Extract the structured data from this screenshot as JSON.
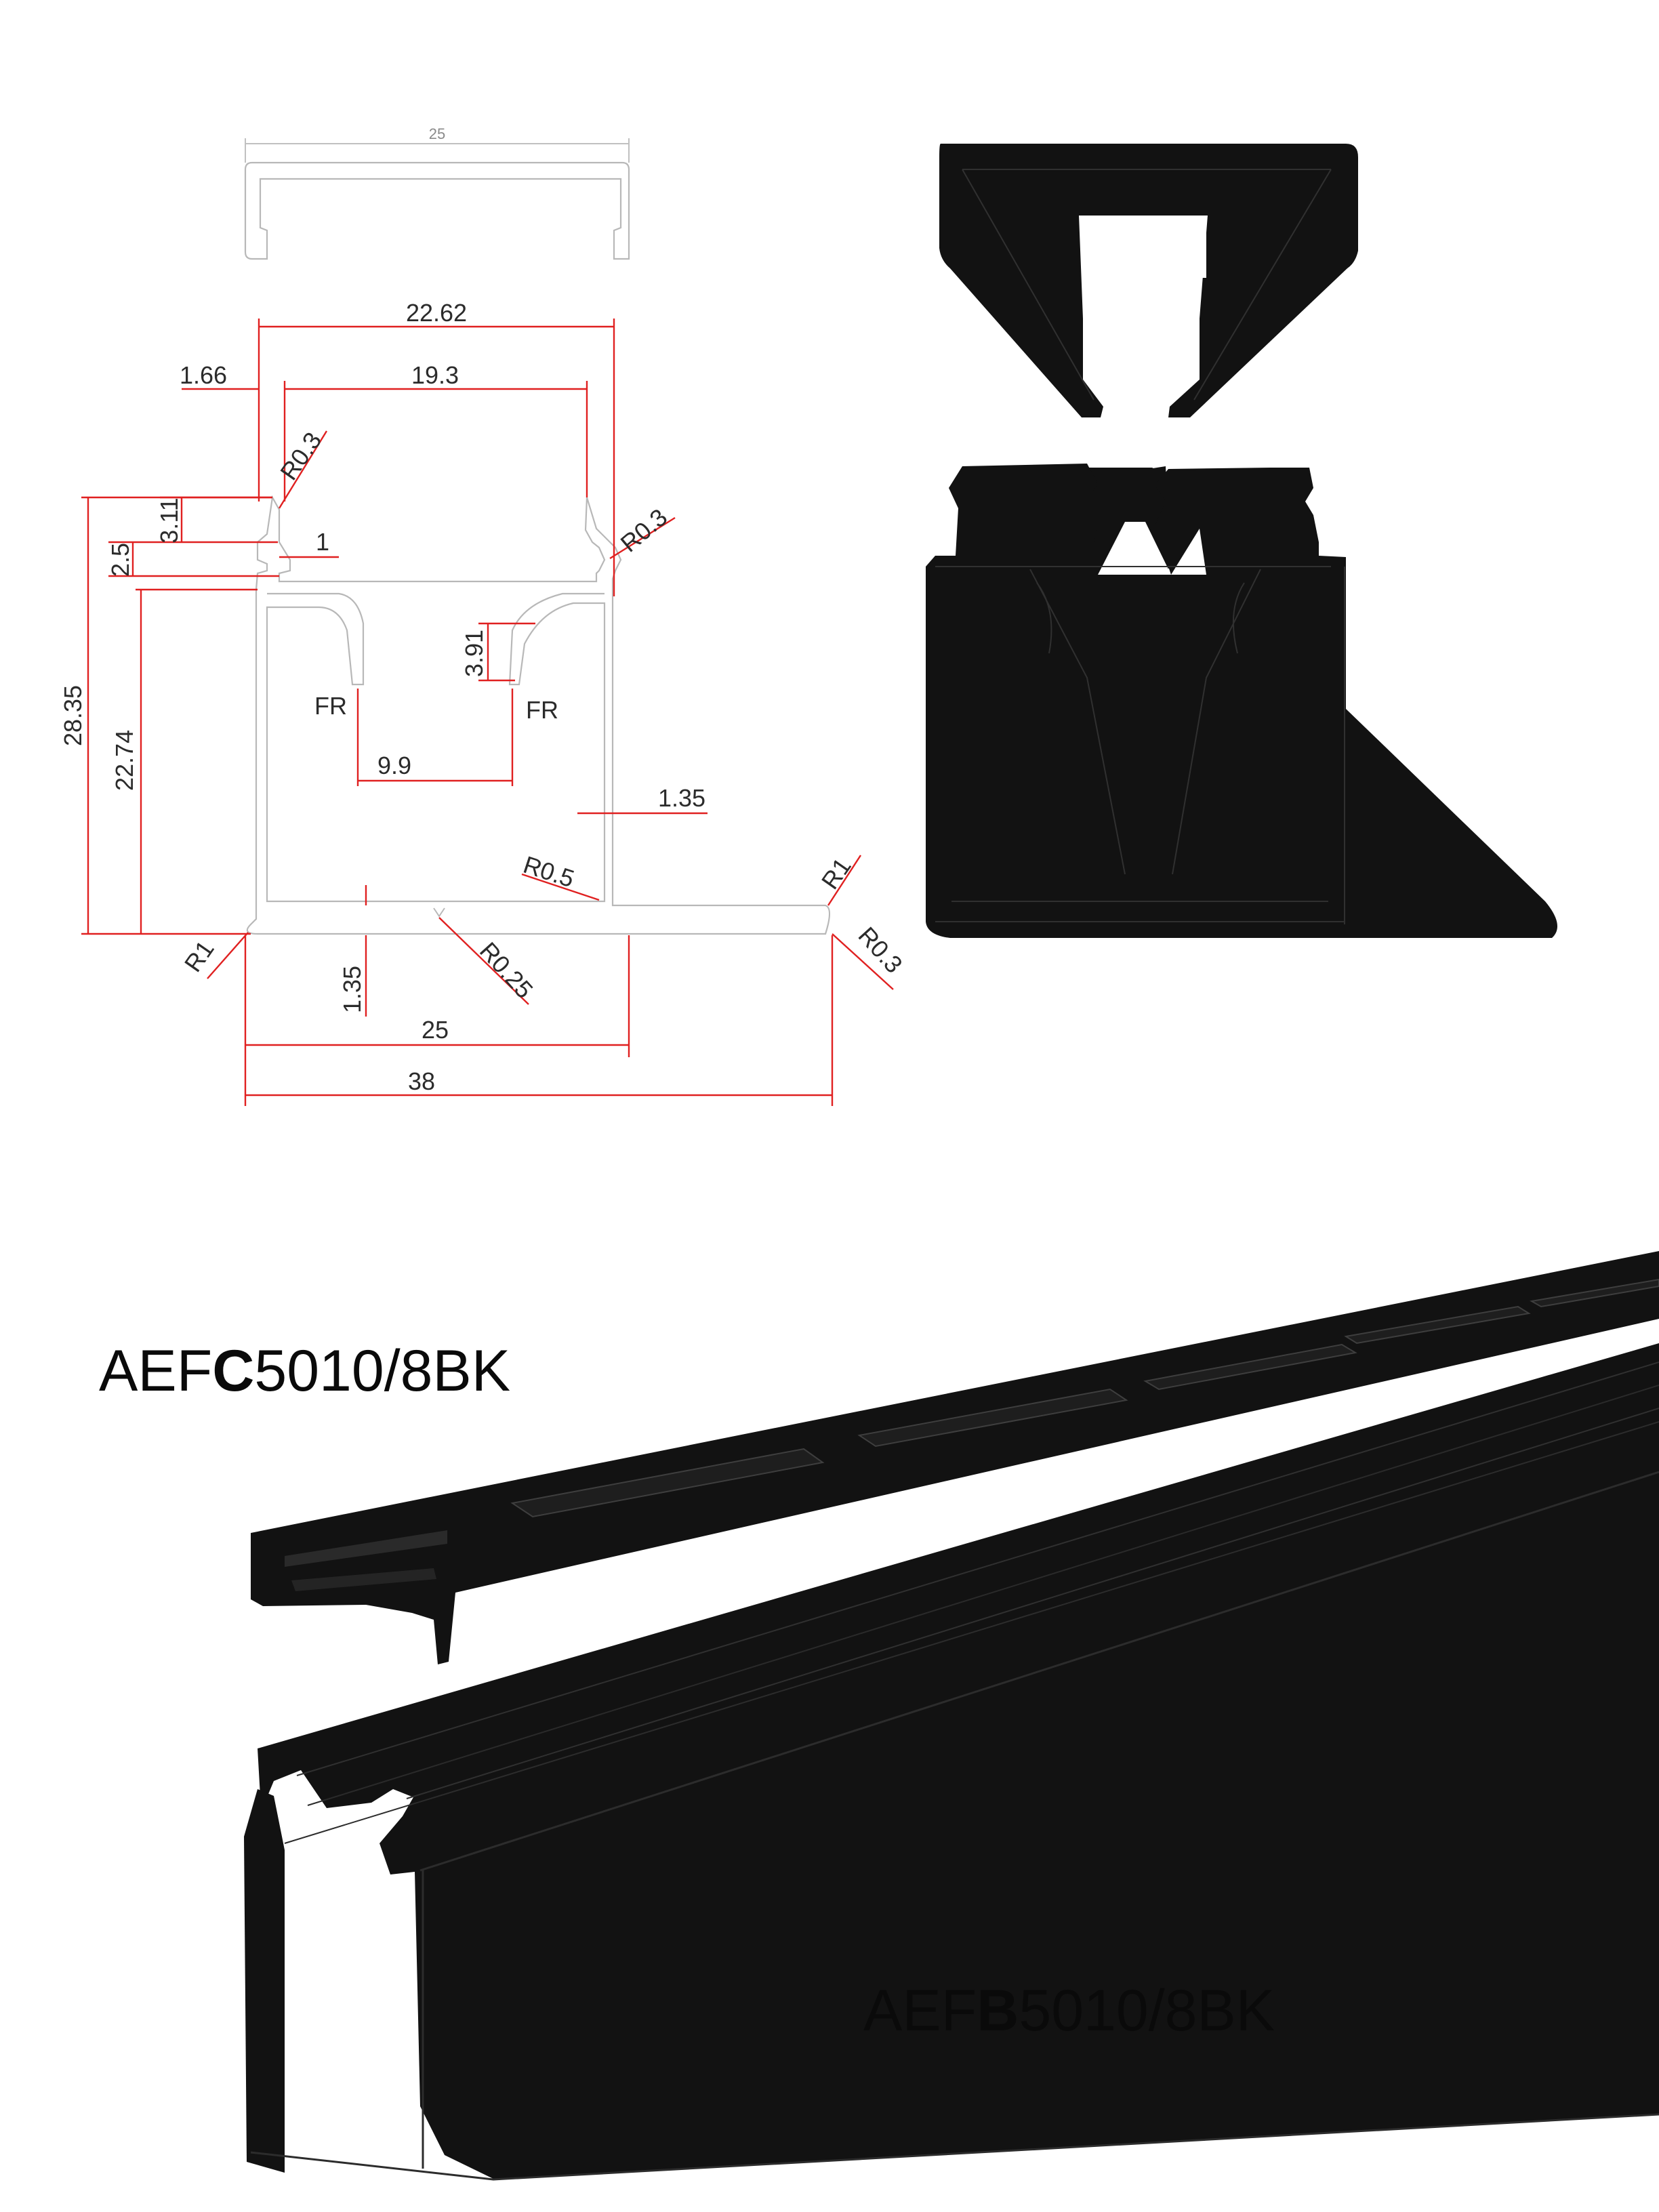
{
  "drawing": {
    "cover_width": "25",
    "dims": {
      "d_22_62": "22.62",
      "d_1_66": "1.66",
      "d_19_3": "19.3",
      "r_0_3_left": "R0.3",
      "r_0_3_right": "R0.3",
      "d_3_11": "3.11",
      "d_2_5": "2.5",
      "d_1": "1",
      "d_28_35": "28.35",
      "d_22_74": "22.74",
      "d_3_91": "3.91",
      "fr_left": "FR",
      "fr_right": "FR",
      "d_9_9": "9.9",
      "d_1_35_right": "1.35",
      "r_0_5": "R0.5",
      "r_1_right": "R1",
      "r_1_left": "R1",
      "d_1_35_bottom": "1.35",
      "r_0_25": "R0.25",
      "r_0_3_foot": "R0.3",
      "d_25": "25",
      "d_38": "38"
    }
  },
  "products": {
    "cover_code_prefix": "AEF",
    "cover_code_letter": "C",
    "cover_code_suffix": "5010/8BK",
    "base_code_prefix": "AEF",
    "base_code_letter": "B",
    "base_code_suffix": "5010/8BK"
  },
  "colors": {
    "dimension_lines": "#e02020",
    "profile_outline": "#b8b8b8",
    "product_body": "#121212"
  }
}
